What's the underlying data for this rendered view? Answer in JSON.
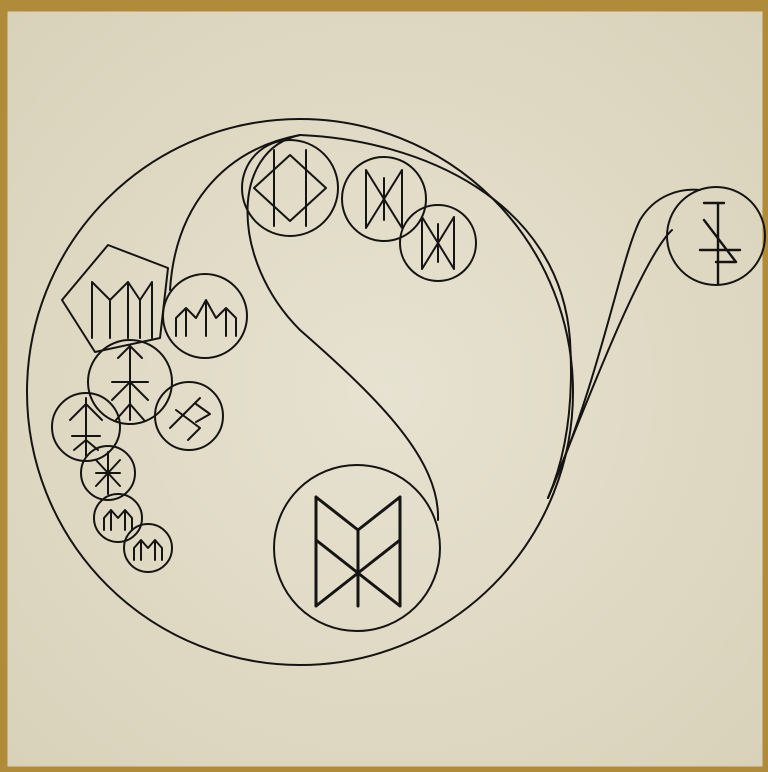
{
  "illustration": {
    "type": "bindrune-sigil-parchment",
    "paper_color": "#e4dfcc",
    "paper_shade": "#d8d1b8",
    "border_color": "#b08c3a",
    "ink_color": "#161412",
    "glyphs": [
      "pentagon-bindrune",
      "peak-bindrune",
      "circle-bindrune-a",
      "spiral-bindrune",
      "arrow-bindrune",
      "cross-bindrune",
      "small-peak-bindrune-a",
      "small-peak-bindrune-b",
      "diamond-bindrune",
      "hourglass-bindrune-a",
      "hourglass-bindrune-b",
      "large-dagaz-bindrune",
      "outer-sowilo-bindrune"
    ]
  }
}
